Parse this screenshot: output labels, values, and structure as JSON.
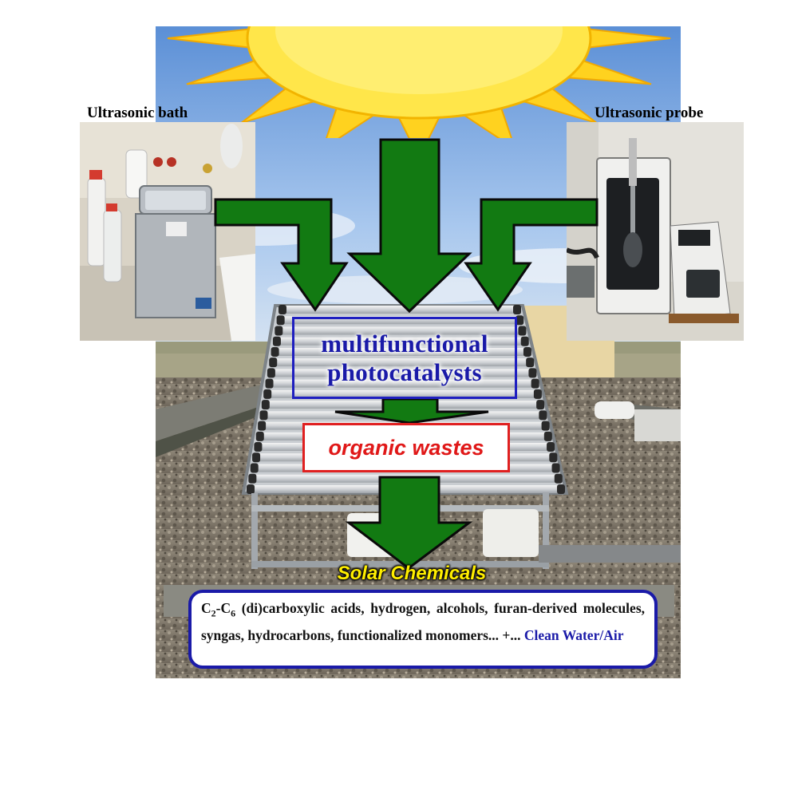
{
  "labels": {
    "bath": "Ultrasonic bath",
    "probe": "Ultrasonic probe"
  },
  "photocatalyst_box": {
    "line1": "multifunctional",
    "line2": "photocatalysts"
  },
  "waste_box": "organic wastes",
  "solar_title": "Solar Chemicals",
  "products": {
    "c_main": "C",
    "c_sub1": "2",
    "dash": "-C",
    "c_sub2": "6",
    "text": " (di)carboxylic acids, hydrogen, alcohols, furan-derived molecules,  syngas, hydrocarbons, functionalized monomers... +... ",
    "clean": "Clean Water/Air"
  },
  "colors": {
    "arrow": "#127a12",
    "blue_text": "#1a1aa8",
    "red_text": "#e01818",
    "solar_text": "#ffee00"
  }
}
